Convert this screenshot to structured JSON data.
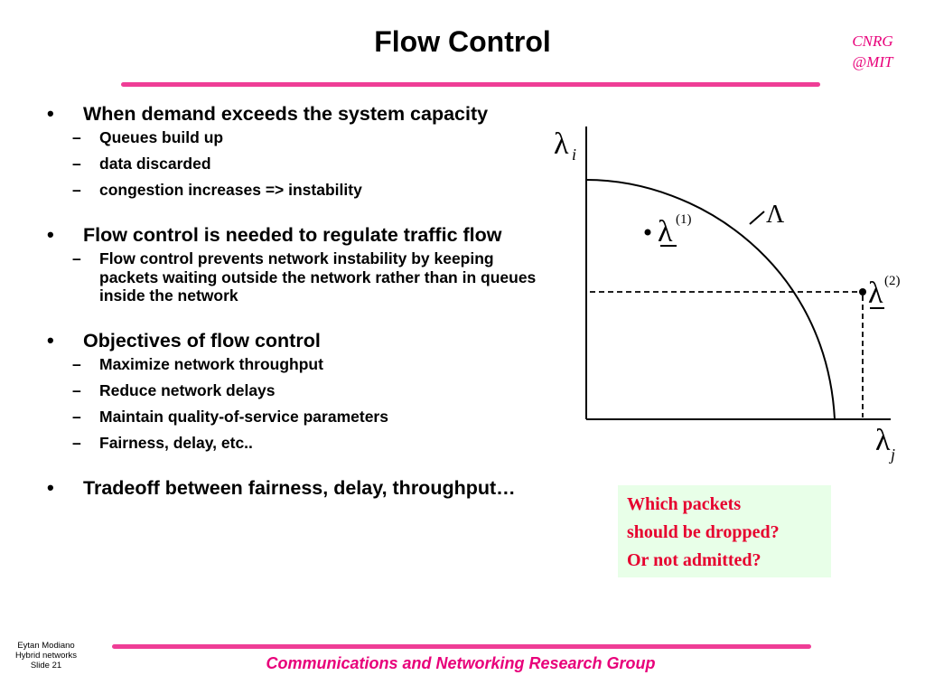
{
  "slide": {
    "title": "Flow Control",
    "tiny_note": "",
    "org_label_line1": "CNRG",
    "org_label_line2": "@MIT"
  },
  "bullets": [
    {
      "text": "When demand exceeds the system capacity",
      "subs": [
        "Queues build up",
        "data discarded",
        "congestion increases => instability"
      ]
    },
    {
      "text": "Flow control is needed to regulate traffic flow",
      "subs": [
        "Flow control prevents network instability by keeping packets waiting outside the network rather than in queues inside the network"
      ]
    },
    {
      "text": "Objectives of flow control",
      "subs": [
        "Maximize network throughput",
        "Reduce network delays",
        "Maintain quality-of-service parameters",
        "Fairness, delay, etc.."
      ]
    },
    {
      "text": "Tradeoff between fairness, delay, throughput…",
      "subs": []
    }
  ],
  "diagram": {
    "y_axis_label": "λ",
    "y_axis_sub": "i",
    "x_axis_label": "λ",
    "x_axis_sub": "j",
    "region_label": "Λ",
    "point1_label": "λ",
    "point1_sup": "(1)",
    "point2_label": "λ",
    "point2_sup": "(2)"
  },
  "callout": {
    "line1": "Which packets",
    "line2": "should be dropped?",
    "line3": "Or not admitted?"
  },
  "footer": {
    "author": "Eytan Modiano",
    "course": "Hybrid networks",
    "slide_number": "Slide 21",
    "group_name": "Communications and Networking Research Group"
  },
  "colors": {
    "accent_pink": "#ef3d96",
    "org_magenta": "#e8007a",
    "callout_text": "#e6002e",
    "callout_bg": "#e8ffe8"
  }
}
